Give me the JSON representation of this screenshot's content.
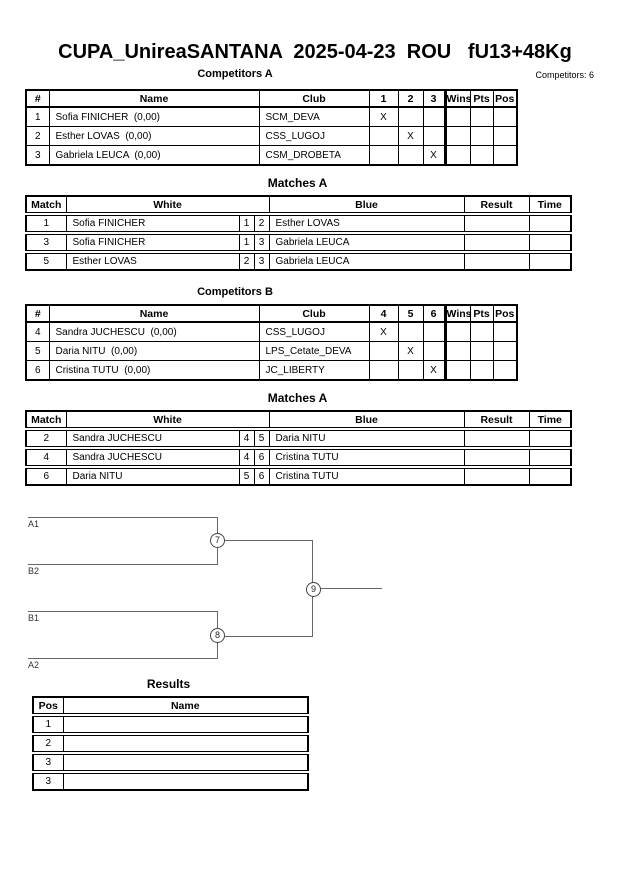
{
  "doc": {
    "title": "CUPA_UnireaSANTANA  2025-04-23  ROU   fU13+48Kg",
    "competitors_count": "Competitors: 6"
  },
  "sections": {
    "comp_a": {
      "title": "Competitors A",
      "headers": [
        "#",
        "Name",
        "Club",
        "1",
        "2",
        "3",
        "Wins",
        "Pts",
        "Pos"
      ],
      "rows": [
        [
          "1",
          "Sofia FINICHER  (0,00)",
          "SCM_DEVA",
          "X",
          "",
          "",
          "",
          "",
          ""
        ],
        [
          "2",
          "Esther LOVAS  (0,00)",
          "CSS_LUGOJ",
          "",
          "X",
          "",
          "",
          "",
          ""
        ],
        [
          "3",
          "Gabriela LEUCA  (0,00)",
          "CSM_DROBETA",
          "",
          "",
          "X",
          "",
          "",
          ""
        ]
      ]
    },
    "matches1": {
      "title": "Matches A",
      "headers": [
        "Match",
        "White",
        "Blue",
        "Result",
        "Time"
      ],
      "rows": [
        [
          "1",
          "Sofia FINICHER",
          "1",
          "2",
          "Esther LOVAS",
          "",
          ""
        ],
        [
          "3",
          "Sofia FINICHER",
          "1",
          "3",
          "Gabriela LEUCA",
          "",
          ""
        ],
        [
          "5",
          "Esther LOVAS",
          "2",
          "3",
          "Gabriela LEUCA",
          "",
          ""
        ]
      ]
    },
    "comp_b": {
      "title": "Competitors B",
      "headers": [
        "#",
        "Name",
        "Club",
        "4",
        "5",
        "6",
        "Wins",
        "Pts",
        "Pos"
      ],
      "rows": [
        [
          "4",
          "Sandra JUCHESCU  (0,00)",
          "CSS_LUGOJ",
          "X",
          "",
          "",
          "",
          "",
          ""
        ],
        [
          "5",
          "Daria NITU  (0,00)",
          "LPS_Cetate_DEVA",
          "",
          "X",
          "",
          "",
          "",
          ""
        ],
        [
          "6",
          "Cristina TUTU  (0,00)",
          "JC_LIBERTY",
          "",
          "",
          "X",
          "",
          "",
          ""
        ]
      ]
    },
    "matches2": {
      "title": "Matches A",
      "headers": [
        "Match",
        "White",
        "Blue",
        "Result",
        "Time"
      ],
      "rows": [
        [
          "2",
          "Sandra JUCHESCU",
          "4",
          "5",
          "Daria NITU",
          "",
          ""
        ],
        [
          "4",
          "Sandra JUCHESCU",
          "4",
          "6",
          "Cristina TUTU",
          "",
          ""
        ],
        [
          "6",
          "Daria NITU",
          "5",
          "6",
          "Cristina TUTU",
          "",
          ""
        ]
      ]
    },
    "bracket": {
      "slots": [
        "A1",
        "B2",
        "B1",
        "A2"
      ],
      "matches": [
        "7",
        "8",
        "9"
      ]
    },
    "results": {
      "title": "Results",
      "headers": [
        "Pos",
        "Name"
      ],
      "rows": [
        [
          "1",
          ""
        ],
        [
          "2",
          ""
        ],
        [
          "3",
          ""
        ],
        [
          "3",
          ""
        ]
      ]
    }
  }
}
